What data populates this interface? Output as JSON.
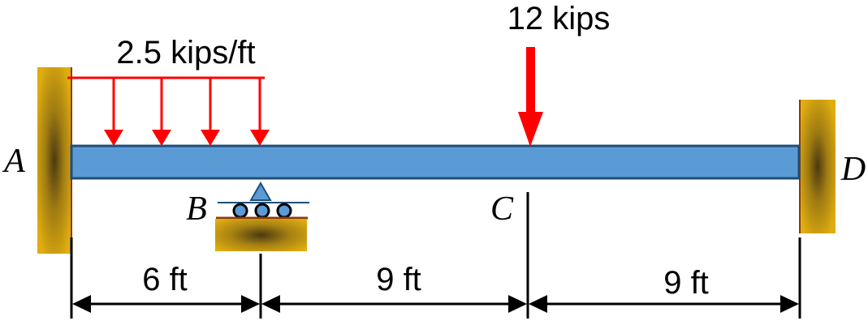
{
  "loads": {
    "distributed": "2.5 kips/ft",
    "point": "12 kips"
  },
  "points": {
    "a": "A",
    "b": "B",
    "c": "C",
    "d": "D"
  },
  "dimensions": {
    "ab": "6 ft",
    "bc": "9 ft",
    "cd": "9 ft"
  },
  "colors": {
    "beam_fill": "#5b9bd5",
    "beam_stroke": "#1f4e79",
    "load": "#ff0000",
    "support_gold": "#d4a017",
    "support_dark": "#5a4510"
  }
}
